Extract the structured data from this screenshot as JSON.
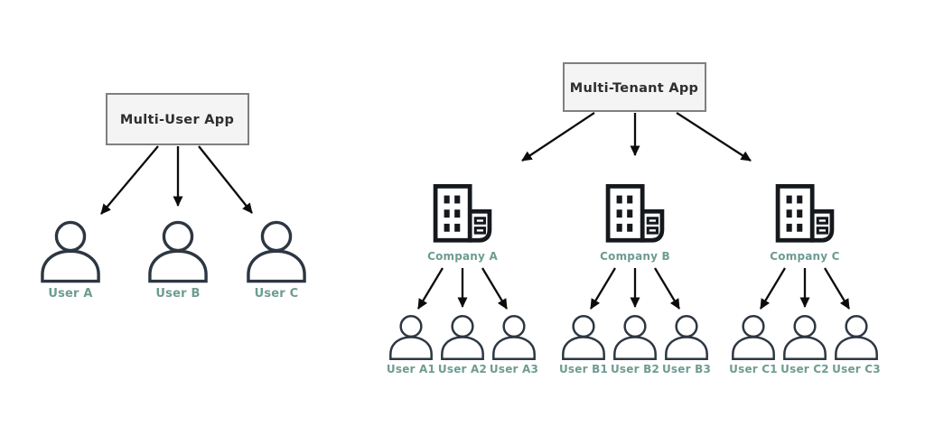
{
  "colors": {
    "background": "#ffffff",
    "box_fill": "#f4f4f4",
    "box_border": "#7f7f7f",
    "box_title_text": "#2e2e2e",
    "arrow": "#0c0c0c",
    "person_outline": "#2d3642",
    "building_outline": "#15191d",
    "label_text": "#6d9c91"
  },
  "left_diagram": {
    "title": "Multi-User App",
    "users": [
      {
        "label": "User A",
        "icon": "person-icon"
      },
      {
        "label": "User B",
        "icon": "person-icon"
      },
      {
        "label": "User C",
        "icon": "person-icon"
      }
    ]
  },
  "right_diagram": {
    "title": "Multi-Tenant App",
    "companies": [
      {
        "label": "Company A",
        "icon": "building-icon",
        "users": [
          {
            "label": "User A1",
            "icon": "person-icon"
          },
          {
            "label": "User A2",
            "icon": "person-icon"
          },
          {
            "label": "User A3",
            "icon": "person-icon"
          }
        ]
      },
      {
        "label": "Company B",
        "icon": "building-icon",
        "users": [
          {
            "label": "User B1",
            "icon": "person-icon"
          },
          {
            "label": "User B2",
            "icon": "person-icon"
          },
          {
            "label": "User B3",
            "icon": "person-icon"
          }
        ]
      },
      {
        "label": "Company C",
        "icon": "building-icon",
        "users": [
          {
            "label": "User C1",
            "icon": "person-icon"
          },
          {
            "label": "User C2",
            "icon": "person-icon"
          },
          {
            "label": "User C3",
            "icon": "person-icon"
          }
        ]
      }
    ]
  }
}
